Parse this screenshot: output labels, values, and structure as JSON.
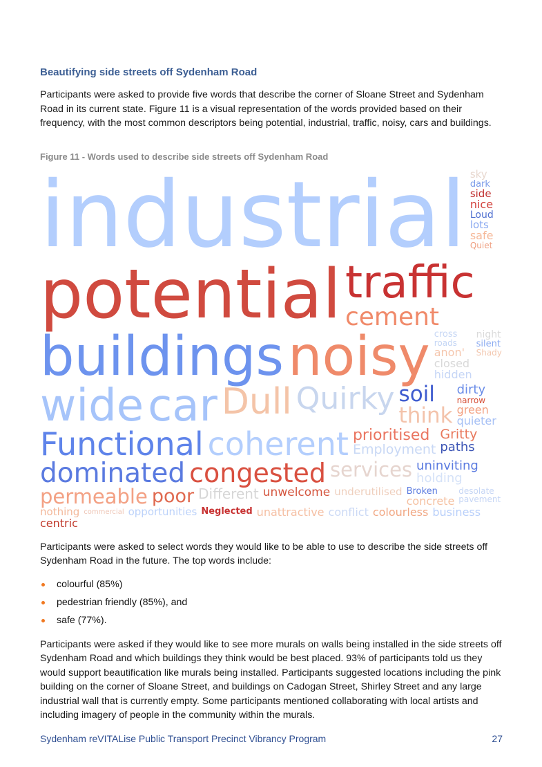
{
  "section_title": "Beautifying side streets off Sydenham Road",
  "intro": "Participants were asked to provide five words that describe the corner of Sloane Street and Sydenham Road in its current state. Figure 11 is a visual representation of the words provided based on their frequency, with the most common descriptors being potential, industrial, traffic, noisy, cars and buildings.",
  "figure_caption": "Figure 11 - Words used to describe side streets off Sydenham Road",
  "word_cloud": {
    "words": [
      "dominated",
      "car",
      "dirty",
      "cross",
      "services",
      "uninviting",
      "roads",
      "unwelcome",
      "hidden",
      "Dull",
      "buildings",
      "noisy",
      "anon'",
      "underutilised",
      "Different",
      "poor",
      "Broken",
      "holding",
      "desolate",
      "permeable",
      "dark",
      "soil",
      "concrete",
      "sky",
      "closed",
      "quieter",
      "safe",
      "industrial",
      "Quirky",
      "nothing",
      "pavement",
      "paths",
      "side",
      "Loud",
      "nice",
      "narrow",
      "commercial",
      "green",
      "traffic",
      "congested",
      "wide",
      "silent",
      "opportunities",
      "Neglected",
      "prioritised",
      "potential",
      "lots",
      "think",
      "night",
      "Gritty",
      "Employment",
      "unattractive",
      "conflict",
      "colourless",
      "Shady",
      "Quiet",
      "business",
      "centric",
      "cement",
      "coherent",
      "Functional"
    ]
  },
  "future_intro": "Participants were asked to select words they would like to be able to use to describe the side streets off Sydenham Road in the future. The top words include:",
  "bullets": [
    "colourful (85%)",
    "pedestrian friendly (85%), and",
    "safe (77%)."
  ],
  "murals_para": "Participants were asked if they would like to see more murals on walls being installed in the side streets off Sydenham Road and which buildings they think would be best placed. 93% of participants told us they would support beautification like murals being installed. Participants suggested locations including the pink building on the corner of Sloane Street, and buildings on Cadogan Street, Shirley Street and any large industrial wall that is currently empty. Some participants mentioned collaborating with local artists and including imagery of people in the community within the murals.",
  "footer": {
    "program": "Sydenham reVITALise Public Transport Precinct Vibrancy Program",
    "page_number": "27"
  },
  "colors": {
    "heading": "#3d5f94",
    "bullet": "#f07820",
    "footer": "#2f4f92"
  }
}
